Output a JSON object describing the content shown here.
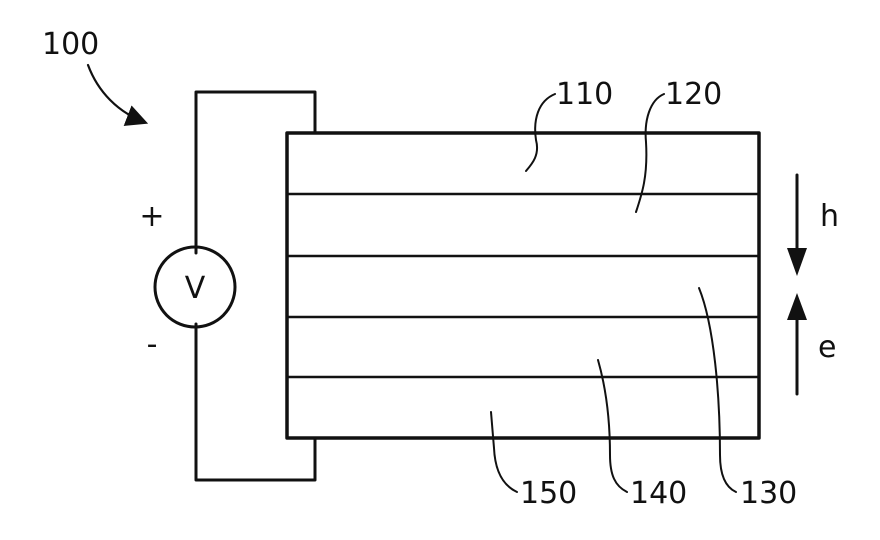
{
  "diagram": {
    "figure_ref": "100",
    "source": {
      "symbol": "V",
      "plus_sign": "+",
      "minus_sign": "-"
    },
    "layers": [
      {
        "ref": "110"
      },
      {
        "ref": "120"
      },
      {
        "ref": "130"
      },
      {
        "ref": "140"
      },
      {
        "ref": "150"
      }
    ],
    "carriers": {
      "hole": "h",
      "electron": "e"
    },
    "colors": {
      "ink": "#111111",
      "background": "#ffffff"
    }
  }
}
